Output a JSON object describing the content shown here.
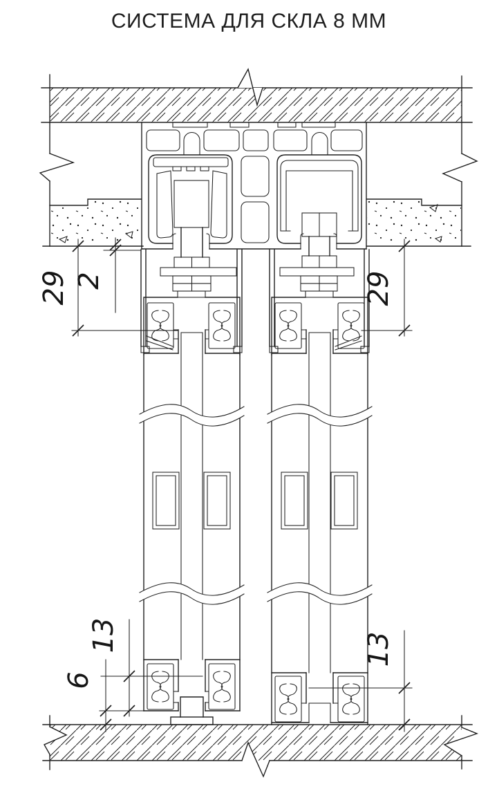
{
  "title": "СИСТЕМА ДЛЯ СКЛА 8 ММ",
  "colors": {
    "line": "#1e1e1e",
    "background": "#ffffff",
    "text": "#1d1d1d"
  },
  "dimensions": {
    "top_left_height": "29",
    "top_left_gap": "2",
    "top_right_height": "29",
    "bottom_left_glass": "13",
    "bottom_left_gap": "6",
    "bottom_right_glass": "13"
  }
}
